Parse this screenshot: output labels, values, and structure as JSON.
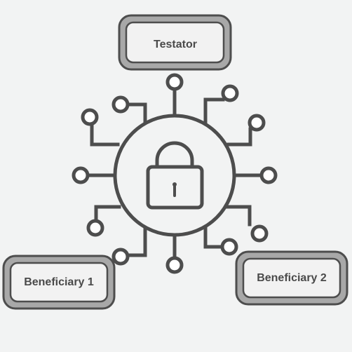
{
  "diagram": {
    "nodes": {
      "testator": {
        "label": "Testator"
      },
      "beneficiary_1": {
        "label": "Beneficiary 1"
      },
      "beneficiary_2": {
        "label": "Beneficiary 2"
      }
    },
    "center_icon": "padlock-icon",
    "colors": {
      "background": "#f2f3f3",
      "stroke": "#4d4d4d",
      "box_frame": "#a8a8a8",
      "box_fill": "#f2f2f2",
      "text": "#4a4a4a"
    }
  }
}
